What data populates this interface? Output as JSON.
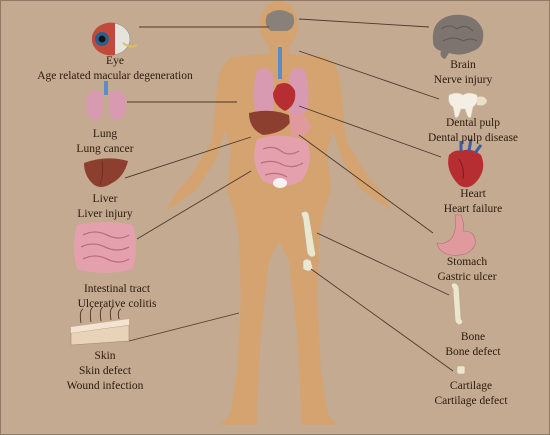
{
  "labels": {
    "eye": {
      "organ": "Eye",
      "condition": "Age related macular degeneration"
    },
    "lung": {
      "organ": "Lung",
      "condition": "Lung cancer"
    },
    "liver": {
      "organ": "Liver",
      "condition": "Liver injury"
    },
    "intestine": {
      "organ": "Intestinal tract",
      "condition": "Ulcerative colitis"
    },
    "skin": {
      "organ": "Skin",
      "condition": "Skin defect",
      "condition2": "Wound infection"
    },
    "brain": {
      "organ": "Brain",
      "condition": "Nerve injury"
    },
    "dental": {
      "organ": "Dental pulp",
      "condition": "Dental pulp disease"
    },
    "heart": {
      "organ": "Heart",
      "condition": "Heart failure"
    },
    "stomach": {
      "organ": "Stomach",
      "condition": "Gastric ulcer"
    },
    "bone": {
      "organ": "Bone",
      "condition": "Bone defect"
    },
    "cartilage": {
      "organ": "Cartilage",
      "condition": "Cartilage defect"
    }
  },
  "icons": [
    "eye-icon",
    "lung-icon",
    "liver-icon",
    "intestine-icon",
    "skin-icon",
    "brain-icon",
    "tooth-icon",
    "heart-icon",
    "stomach-icon",
    "bone-icon",
    "cartilage-icon"
  ],
  "colors": {
    "background": "#c4aa90",
    "body": "#d4a36f",
    "lines": "#4a3a30",
    "lung": "#d89ab0",
    "liver": "#8c3f2e",
    "intestine": "#e4a0ad",
    "heart": "#b72e32",
    "brain": "#7d7470",
    "bone": "#ece6cf"
  }
}
